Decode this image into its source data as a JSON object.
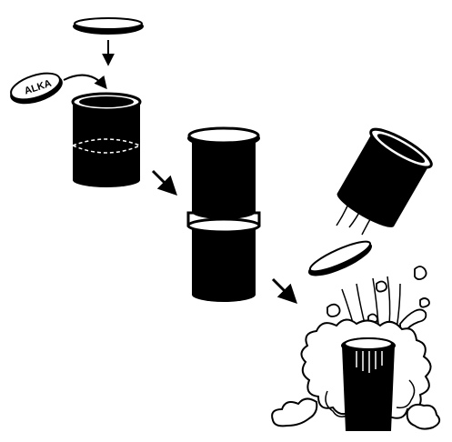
{
  "tablet": {
    "label": "ALKA"
  },
  "colors": {
    "ink": "#000000",
    "paper": "#ffffff"
  },
  "icons": [
    "lid",
    "alka-tablet",
    "film-canister",
    "stacked-canisters",
    "launched-canister",
    "foam-burst",
    "arrow"
  ]
}
